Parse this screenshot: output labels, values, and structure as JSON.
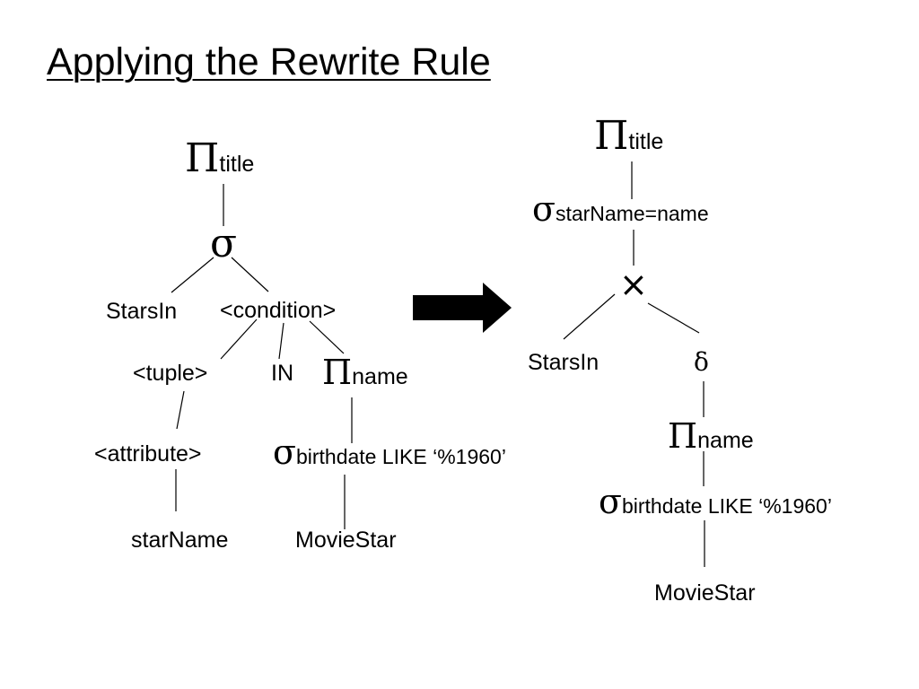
{
  "title": "Applying the Rewrite Rule",
  "left_tree": {
    "root": {
      "symbol": "Π",
      "subscript": "title"
    },
    "select": {
      "symbol": "σ"
    },
    "stars_in": "StarsIn",
    "condition": "<condition>",
    "tuple": "<tuple>",
    "in": "IN",
    "proj_name": {
      "symbol": "Π",
      "subscript": "name"
    },
    "attribute": "<attribute>",
    "sel_birth": {
      "symbol": "σ",
      "subscript": "birthdate LIKE ‘%1960’"
    },
    "star_name": "starName",
    "movie_star": "MovieStar"
  },
  "arrow": {
    "icon": "right-arrow-icon"
  },
  "right_tree": {
    "root": {
      "symbol": "Π",
      "subscript": "title"
    },
    "select": {
      "symbol": "σ",
      "subscript": "starName=name"
    },
    "product": {
      "symbol": "×"
    },
    "stars_in": "StarsIn",
    "delta": "δ",
    "proj_name": {
      "symbol": "Π",
      "subscript": "name"
    },
    "sel_birth": {
      "symbol": "σ",
      "subscript": "birthdate LIKE ‘%1960’"
    },
    "movie_star": "MovieStar"
  }
}
